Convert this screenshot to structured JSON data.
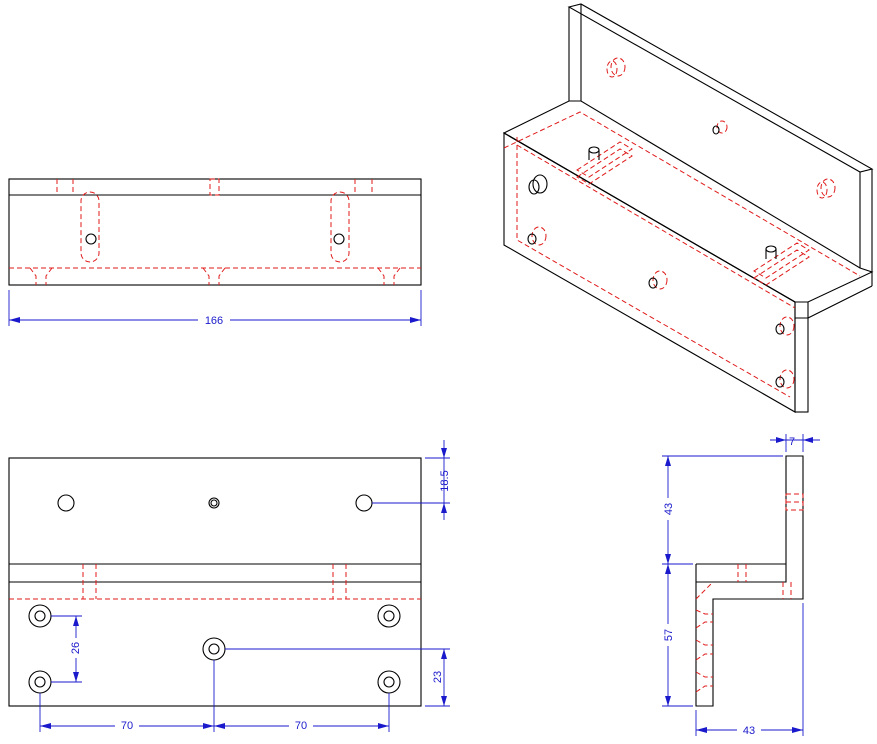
{
  "colors": {
    "object_lines": "#000000",
    "hidden_lines": "#e01a1a",
    "dimension_lines": "#1a1acc",
    "background": "#ffffff"
  },
  "dimensions": {
    "top_width": "166",
    "front_height": "18.5",
    "hole_spacing_vertical": "26",
    "hole_offset_bottom": "23",
    "hole_spacing_left": "70",
    "hole_spacing_right": "70",
    "side_thickness": "7",
    "side_upper_height": "43",
    "side_lower_height": "57",
    "side_base_width": "43"
  }
}
